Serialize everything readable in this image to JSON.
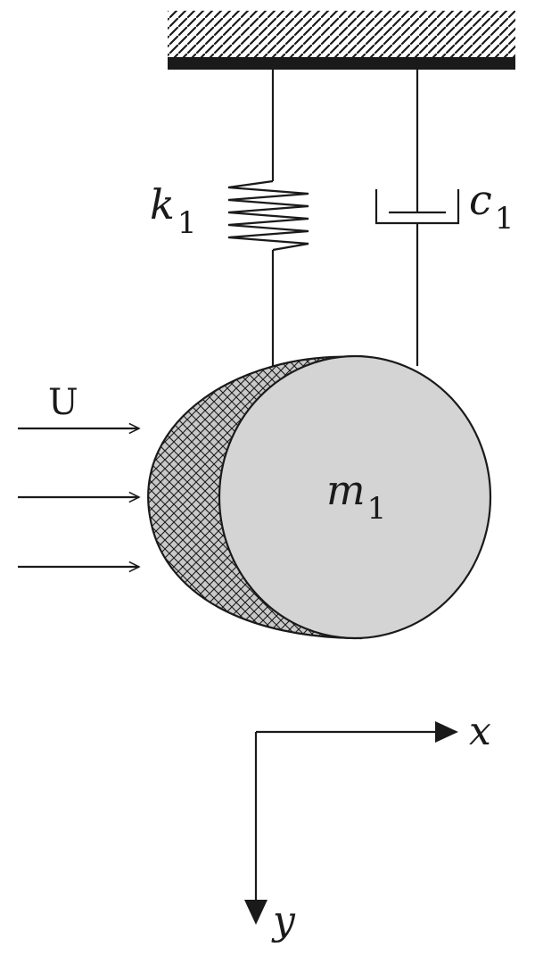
{
  "labels": {
    "spring": "k",
    "spring_sub": "1",
    "damper": "c",
    "damper_sub": "1",
    "mass": "m",
    "mass_sub": "1",
    "flow": "U",
    "x_axis": "x",
    "y_axis": "y"
  },
  "colors": {
    "line": "#1a1a1a",
    "cylinder_face": "#d4d4d4",
    "background": "#ffffff"
  }
}
